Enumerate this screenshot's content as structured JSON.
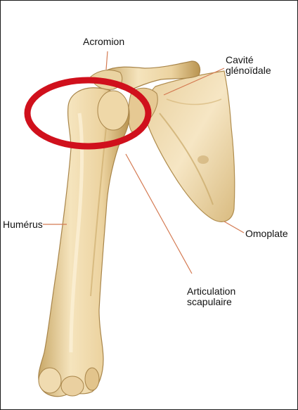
{
  "labels": {
    "acromion": "Acromion",
    "cavite_line1": "Cavité",
    "cavite_line2": "glénoïdale",
    "humerus": "Humérus",
    "omoplate": "Omoplate",
    "articulation_line1": "Articulation",
    "articulation_line2": "scapulaire"
  },
  "colors": {
    "bone": "#f2ddb0",
    "bone_shade": "#c9a868",
    "bone_dark": "#9c7a3c",
    "leader": "#d47a52",
    "highlight": "#d0101c",
    "border": "#1a1a1a"
  }
}
